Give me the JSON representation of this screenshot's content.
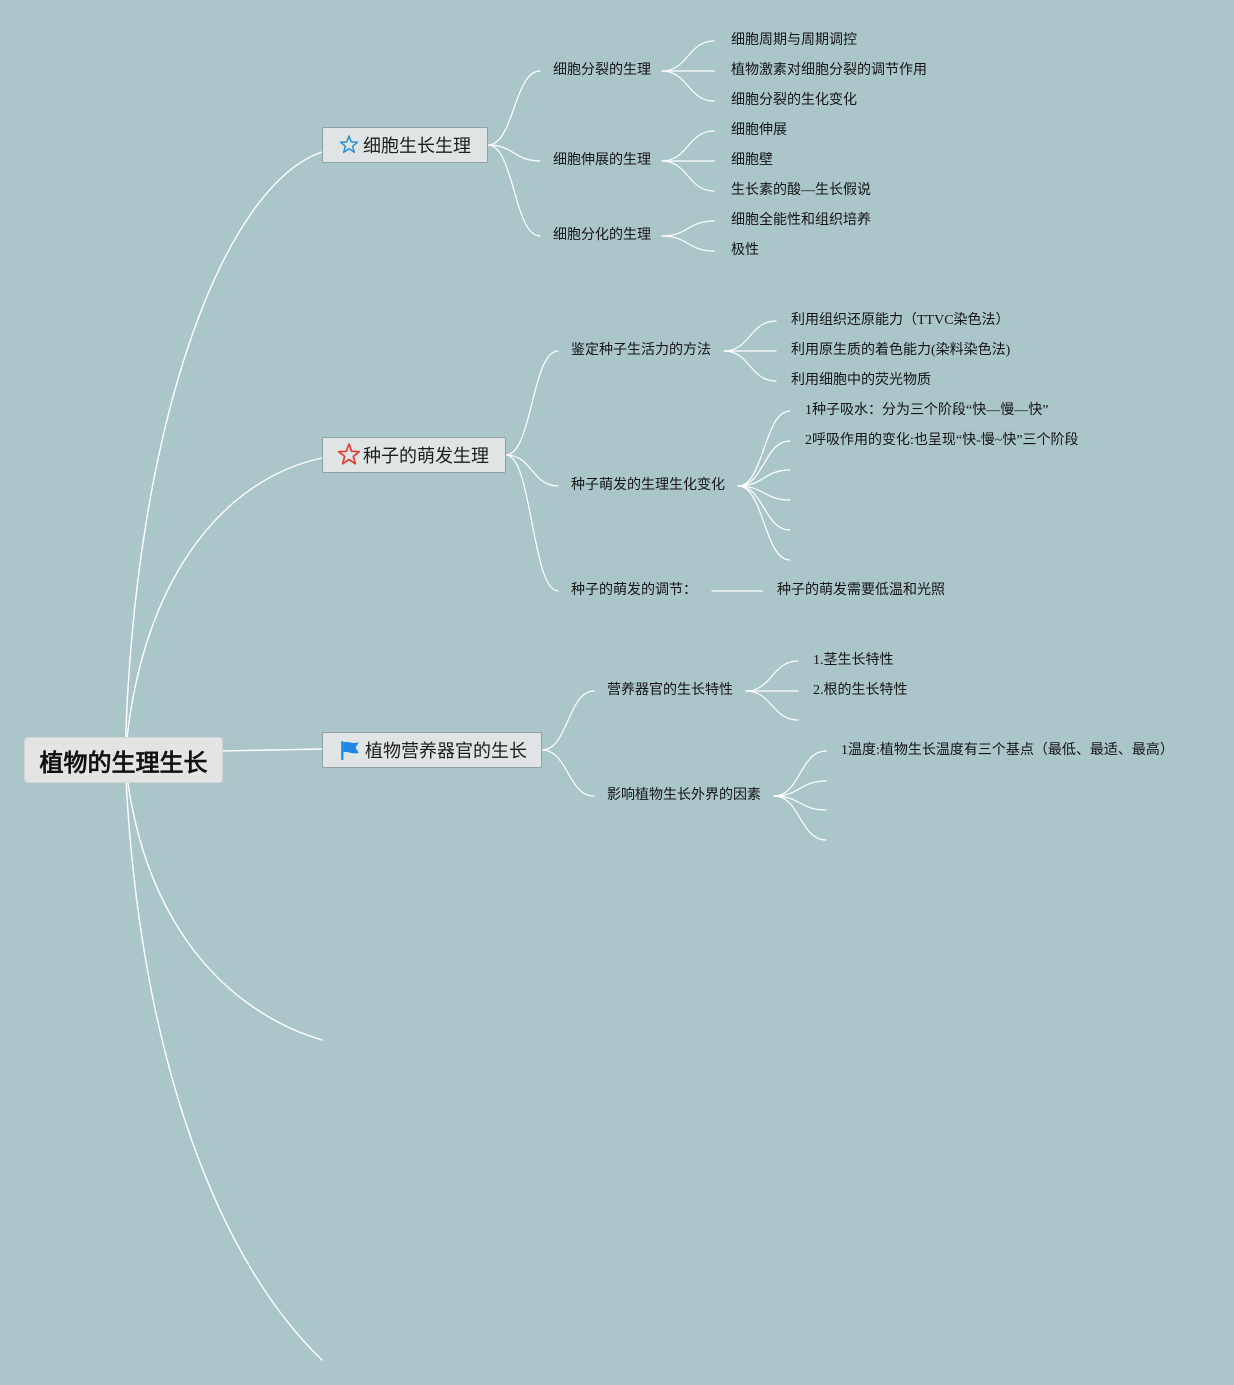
{
  "root": {
    "label": "植物的生理生长"
  },
  "topics": [
    {
      "label": "细胞生长生理",
      "icon": "star-outline-blue-icon",
      "subtopics": [
        {
          "label": "细胞分裂的生理",
          "children": [
            "细胞周期与周期调控",
            "植物激素对细胞分裂的调节作用",
            "细胞分裂的生化变化"
          ]
        },
        {
          "label": "细胞伸展的生理",
          "children": [
            "细胞伸展",
            "细胞壁",
            "生长素的酸—生长假说"
          ]
        },
        {
          "label": "细胞分化的生理",
          "children": [
            "细胞全能性和组织培养",
            "极性"
          ]
        }
      ]
    },
    {
      "label": "种子的萌发生理",
      "icon": "star-outline-red-icon",
      "subtopics": [
        {
          "label": "鉴定种子生活力的方法",
          "children": [
            "利用组织还原能力（TTVC染色法）",
            "利用原生质的着色能力(染料染色法)",
            "利用细胞中的荧光物质"
          ]
        },
        {
          "label": "种子萌发的生理生化变化",
          "children": [
            "1种子吸水：分为三个阶段“快—慢—快”",
            "2呼吸作用的变化:也呈现“快-慢~快”三个阶段"
          ]
        },
        {
          "label": "种子的萌发的调节：",
          "children": [
            "种子的萌发需要低温和光照"
          ]
        }
      ]
    },
    {
      "label": "植物营养器官的生长",
      "icon": "flag-blue-icon",
      "subtopics": [
        {
          "label": "营养器官的生长特性",
          "children": [
            "1.茎生长特性",
            "2.根的生长特性"
          ]
        },
        {
          "label": "影响植物生长外界的因素",
          "children": [
            "1温度:植物生长温度有三个基点（最低、最适、最高）"
          ]
        }
      ]
    }
  ],
  "colors": {
    "background": "#abc6c9",
    "connector": "#ffffff",
    "star_blue": "#2b8fd9",
    "star_red": "#e53a2f",
    "flag_blue": "#1e88e5"
  }
}
